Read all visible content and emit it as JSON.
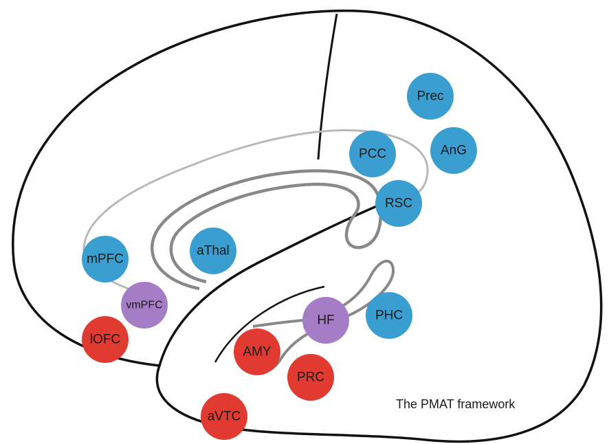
{
  "caption": "The PMAT framework",
  "colors": {
    "blue": "#3a9fd0",
    "purple": "#a57cc6",
    "red": "#e03a31",
    "outline": "#111111",
    "gray_light": "#b8b8b8",
    "gray_dark": "#888888"
  },
  "regions": {
    "prec": {
      "label": "Prec",
      "group": "blue"
    },
    "ang": {
      "label": "AnG",
      "group": "blue"
    },
    "pcc": {
      "label": "PCC",
      "group": "blue"
    },
    "rsc": {
      "label": "RSC",
      "group": "blue"
    },
    "mpfc": {
      "label": "mPFC",
      "group": "blue"
    },
    "athal": {
      "label": "aThal",
      "group": "blue"
    },
    "phc": {
      "label": "PHC",
      "group": "blue"
    },
    "vmpfc": {
      "label": "vmPFC",
      "group": "purple"
    },
    "hf": {
      "label": "HF",
      "group": "purple"
    },
    "lofc": {
      "label": "lOFC",
      "group": "red"
    },
    "amy": {
      "label": "AMY",
      "group": "red"
    },
    "prc": {
      "label": "PRC",
      "group": "red"
    },
    "avtc": {
      "label": "aVTC",
      "group": "red"
    }
  }
}
